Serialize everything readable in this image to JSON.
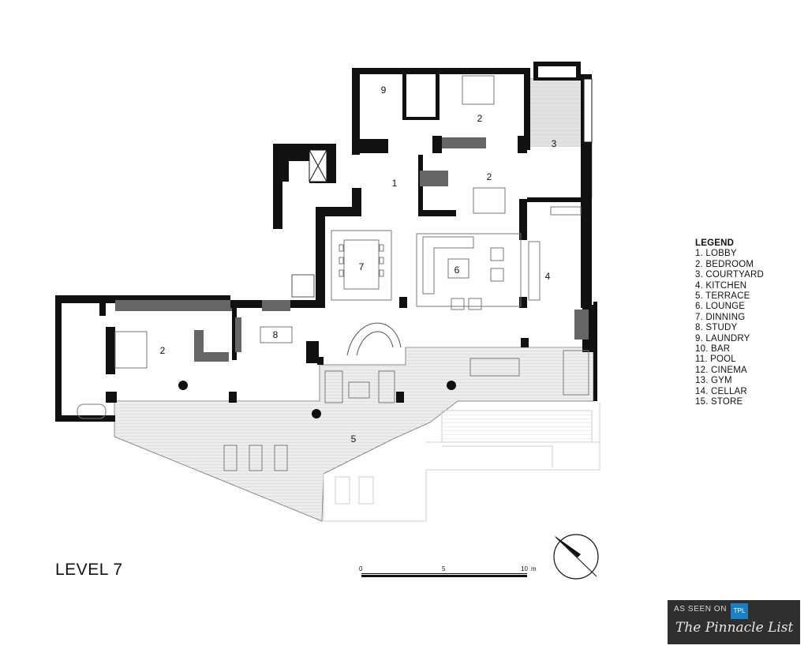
{
  "plan": {
    "level_label": "LEVEL 7",
    "rooms": [
      {
        "id": "lobby",
        "number": "1"
      },
      {
        "id": "bedroom-top",
        "number": "2"
      },
      {
        "id": "bedroom-middle",
        "number": "2"
      },
      {
        "id": "bedroom-left",
        "number": "2"
      },
      {
        "id": "courtyard",
        "number": "3"
      },
      {
        "id": "kitchen",
        "number": "4"
      },
      {
        "id": "terrace",
        "number": "5"
      },
      {
        "id": "lounge",
        "number": "6"
      },
      {
        "id": "dinning",
        "number": "7"
      },
      {
        "id": "study",
        "number": "8"
      },
      {
        "id": "laundry",
        "number": "9"
      }
    ]
  },
  "legend": {
    "title": "LEGEND",
    "items": [
      "1. LOBBY",
      "2. BEDROOM",
      "3. COURTYARD",
      "4. KITCHEN",
      "5. TERRACE",
      "6. LOUNGE",
      "7. DINNING",
      "8. STUDY",
      "9. LAUNDRY",
      "10. BAR",
      "11. POOL",
      "12. CINEMA",
      "13. GYM",
      "14. CELLAR",
      "15. STORE"
    ]
  },
  "scale_bar": {
    "ticks": [
      "0",
      "5",
      "10",
      "m"
    ]
  },
  "badge": {
    "top_text": "AS SEEN ON",
    "logo_text": "TPL",
    "main_text": "The Pinnacle List"
  },
  "colors": {
    "wall": "#111111",
    "terrace_fill": "#ececec",
    "courtyard_fill": "#e4e4e4",
    "grey_block": "#6e6e6e",
    "badge_bg": "#2f2f2f"
  }
}
